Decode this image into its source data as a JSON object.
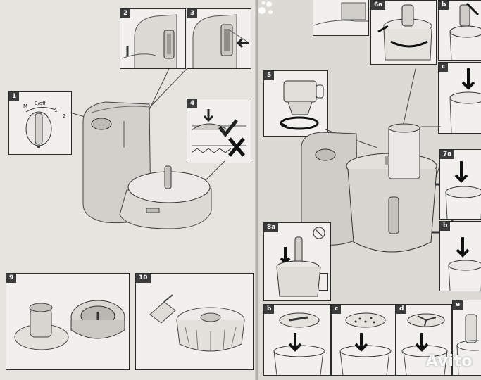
{
  "panels": {
    "p1": "1",
    "p2": "2",
    "p3": "3",
    "p4": "4",
    "p5": "5",
    "p6a": "6a",
    "p6b": "b",
    "p6c": "c",
    "p7a": "7a",
    "p7b": "b",
    "p8a": "8a",
    "p8b": "b",
    "p8c": "c",
    "p8d": "d",
    "p8e": "e",
    "p9": "9",
    "p10": "10"
  },
  "switch": {
    "m": "M",
    "off": "0/off",
    "one": "1",
    "two": "2"
  },
  "watermark": "Avito",
  "colors": {
    "page": "#e6e4df",
    "panel_border": "#2b2b2b",
    "tag_bg": "#3c3c3c"
  }
}
